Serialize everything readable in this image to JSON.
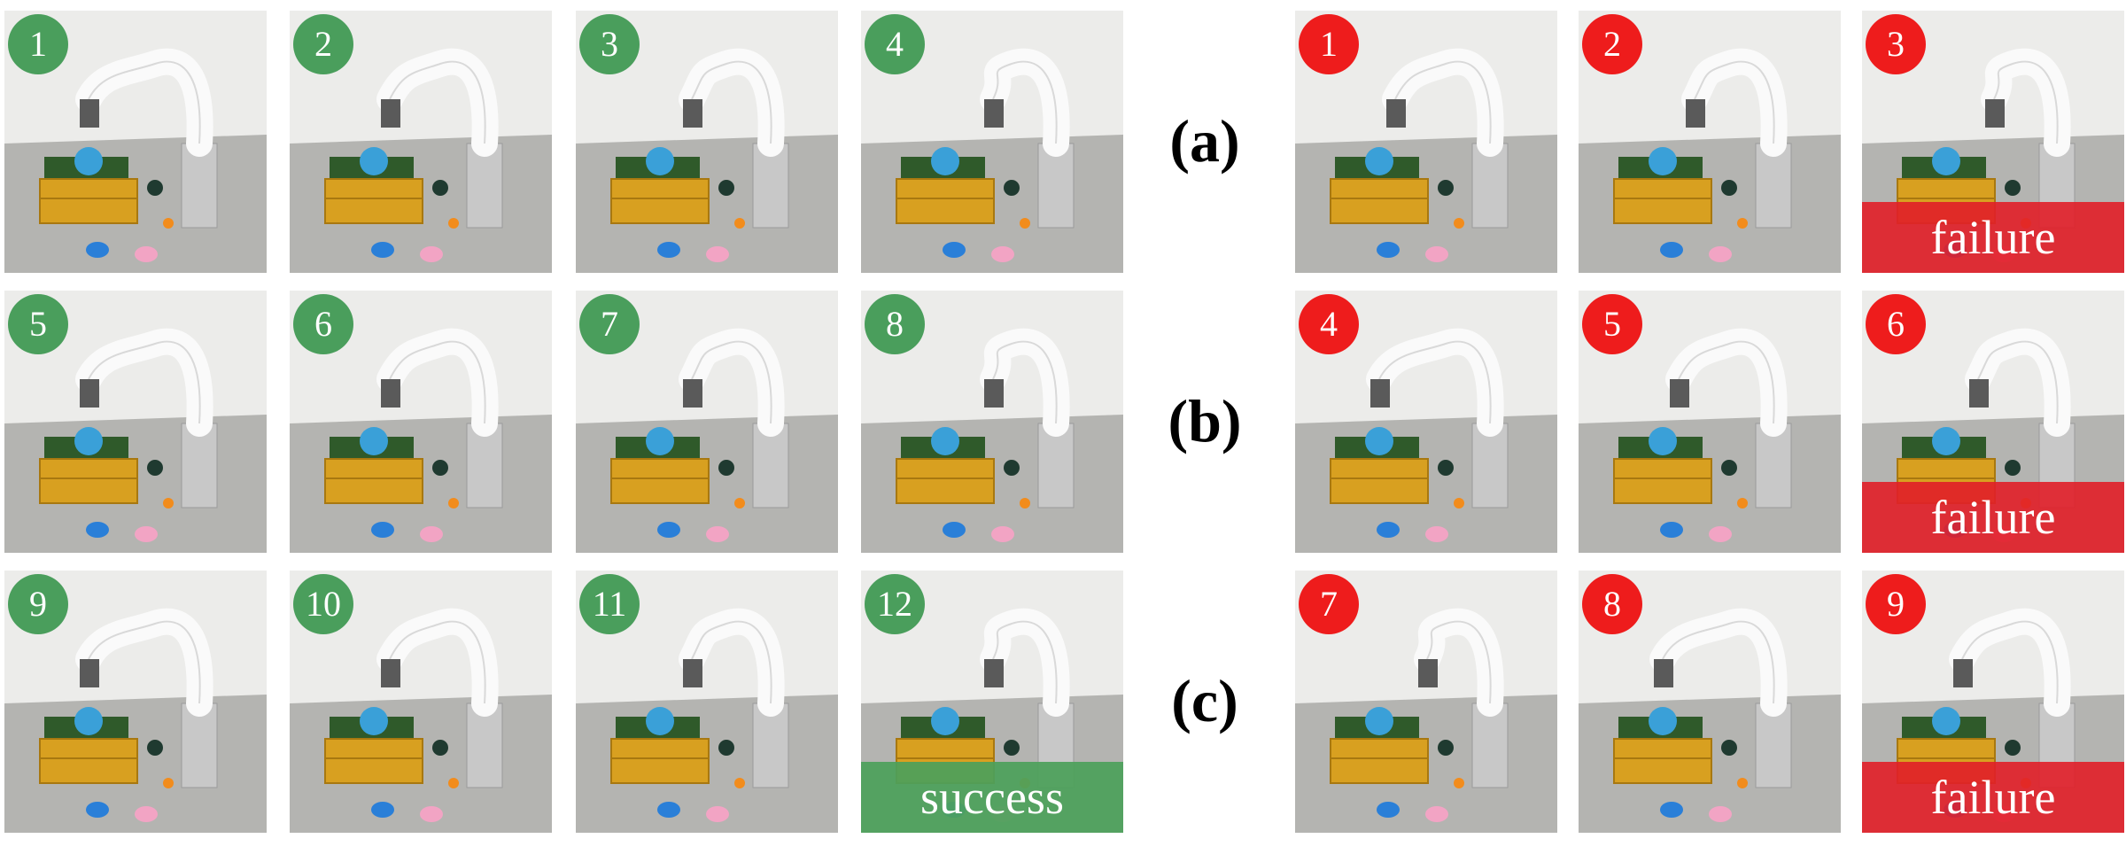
{
  "row_labels": [
    "(a)",
    "(b)",
    "(c)"
  ],
  "success_frames": [
    "1",
    "2",
    "3",
    "4",
    "5",
    "6",
    "7",
    "8",
    "9",
    "10",
    "11",
    "12"
  ],
  "failure_frames": [
    "1",
    "2",
    "3",
    "4",
    "5",
    "6",
    "7",
    "8",
    "9"
  ],
  "success_banner": "success",
  "failure_banner": "failure",
  "colors": {
    "success_badge": "#4a9e5c",
    "failure_badge": "#ee1c1c",
    "success_banner": "#4ca05a",
    "failure_banner": "#e11e28"
  },
  "icons": [
    "robot-arm",
    "plush-toy",
    "yellow-crate",
    "blue-button",
    "pink-button",
    "mug",
    "orange-ball"
  ]
}
